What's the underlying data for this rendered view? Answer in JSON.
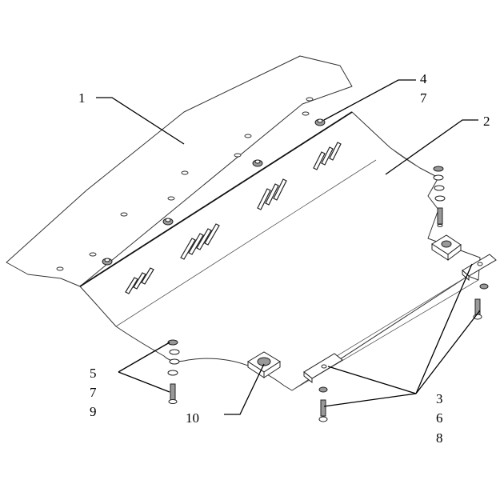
{
  "callouts": {
    "c1": "1",
    "c2": "2",
    "c4": "4",
    "c7a": "7",
    "c5": "5",
    "c7b": "7",
    "c9": "9",
    "c10": "10",
    "c3": "3",
    "c6": "6",
    "c8": "8"
  }
}
